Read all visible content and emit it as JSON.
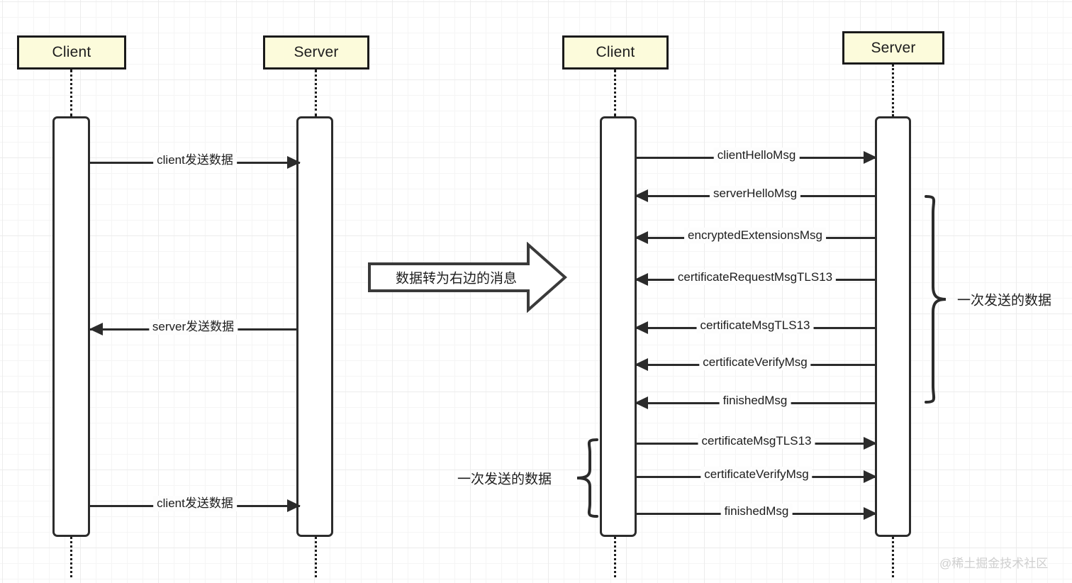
{
  "diagram": {
    "type": "uml-sequence-diagram",
    "background": "#ffffff",
    "grid_color": "#ececec",
    "participant_box_fill": "#fcfbdb",
    "participant_box_stroke": "#1a1a1a",
    "line_color": "#2b2b2b",
    "watermark": "@稀土掘金技术社区"
  },
  "left_panel": {
    "participants": [
      {
        "name": "client-left",
        "label": "Client"
      },
      {
        "name": "server-left",
        "label": "Server"
      }
    ],
    "messages": [
      {
        "label": "client发送数据",
        "direction": "right"
      },
      {
        "label": "server发送数据",
        "direction": "left"
      },
      {
        "label": "client发送数据",
        "direction": "right"
      }
    ]
  },
  "transform_arrow": {
    "label": "数据转为右边的消息"
  },
  "right_panel": {
    "participants": [
      {
        "name": "client-right",
        "label": "Client"
      },
      {
        "name": "server-right",
        "label": "Server"
      }
    ],
    "messages": [
      {
        "label": "clientHelloMsg",
        "direction": "right"
      },
      {
        "label": "serverHelloMsg",
        "direction": "left"
      },
      {
        "label": "encryptedExtensionsMsg",
        "direction": "left"
      },
      {
        "label": "certificateRequestMsgTLS13",
        "direction": "left"
      },
      {
        "label": "certificateMsgTLS13",
        "direction": "left"
      },
      {
        "label": "certificateVerifyMsg",
        "direction": "left"
      },
      {
        "label": "finishedMsg",
        "direction": "left"
      },
      {
        "label": "certificateMsgTLS13",
        "direction": "right"
      },
      {
        "label": "certificateVerifyMsg",
        "direction": "right"
      },
      {
        "label": "finishedMsg",
        "direction": "right"
      }
    ],
    "annotations": [
      {
        "name": "server-batch-brace",
        "label": "一次发送的数据",
        "side": "right"
      },
      {
        "name": "client-batch-brace",
        "label": "一次发送的数据",
        "side": "left"
      }
    ]
  }
}
